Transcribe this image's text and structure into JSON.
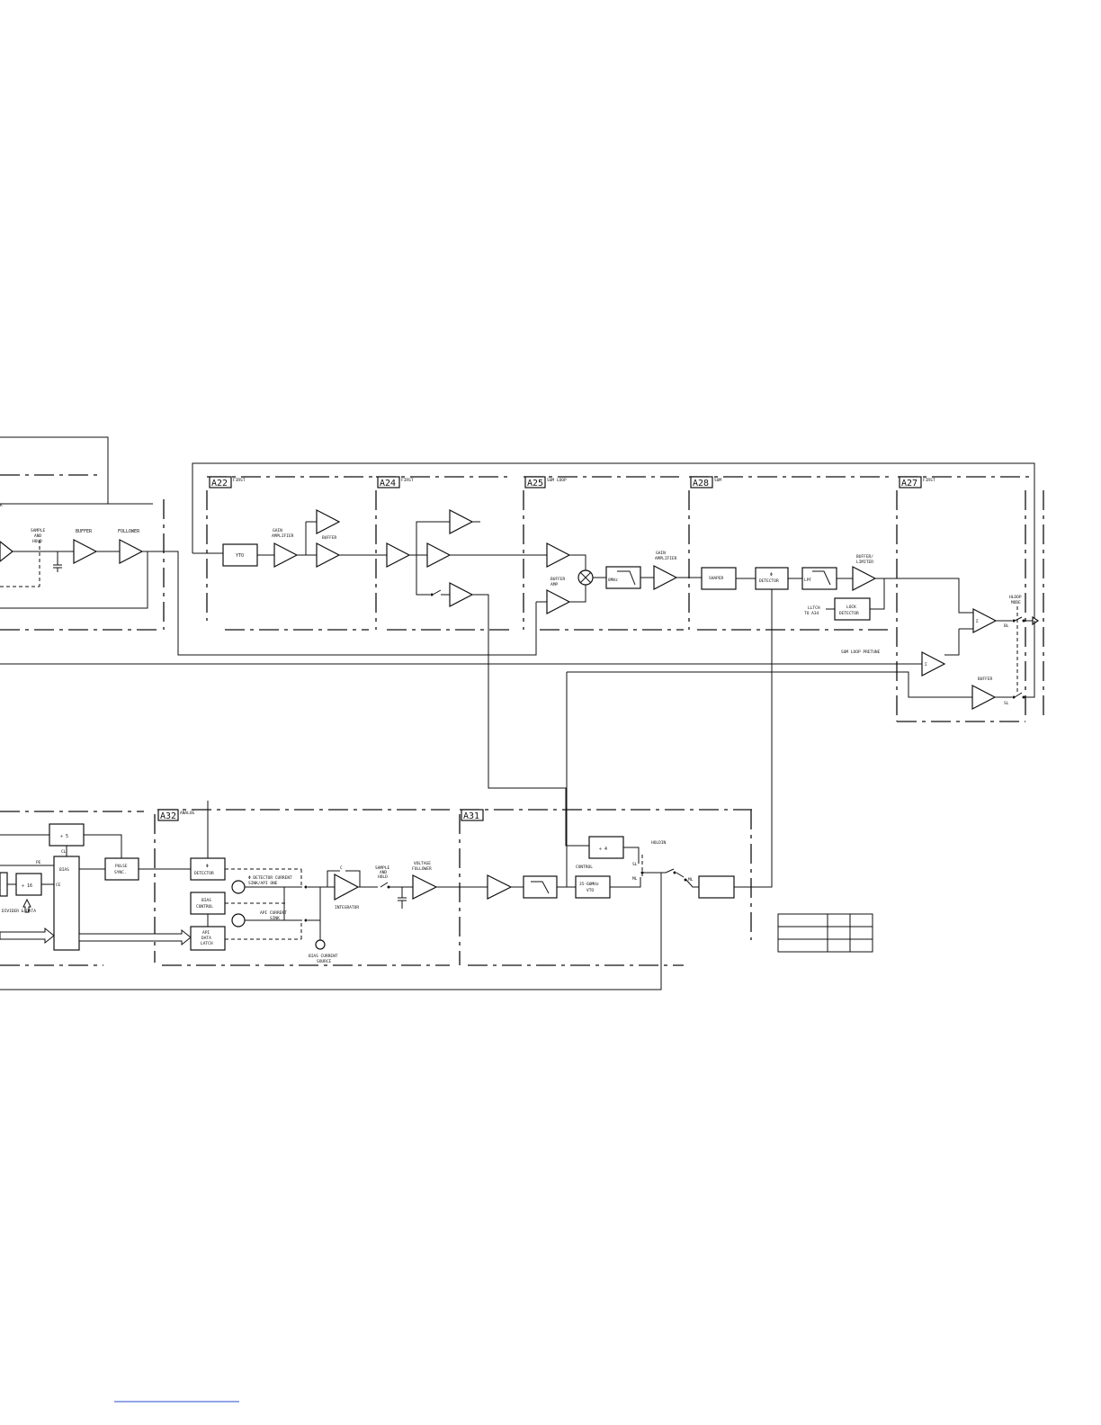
{
  "assemblies": {
    "a22": {
      "id": "A22",
      "tag": "FIRST"
    },
    "a24": {
      "id": "A24",
      "tag": "FIRST"
    },
    "a25": {
      "id": "A25",
      "tag": "SUM LOOP"
    },
    "a28": {
      "id": "A28",
      "tag": "SUM"
    },
    "a27": {
      "id": "A27",
      "tag": "FIRST"
    },
    "a32": {
      "id": "A32",
      "tag": "ANALOG"
    },
    "a31": {
      "id": "A31",
      "tag": ""
    }
  },
  "labels": {
    "sample_hold_left": [
      "SAMPLE",
      "AND",
      "HOLD"
    ],
    "buffer_left": "BUFFER",
    "follower": "FOLLOWER",
    "yto": "YTO",
    "gain_amplifier": [
      "GAIN",
      "AMPLIFIER"
    ],
    "buffer_a22": "BUFFER",
    "buffer_amp": [
      "BUFFER",
      "AMP"
    ],
    "gain_amplifier_a25": [
      "GAIN",
      "AMPLIFIER"
    ],
    "filter_a25": "8MHz",
    "shaper": "SHAPER",
    "phase_detector": "DETECTOR",
    "lpf": "LPF",
    "buffer_limiter": [
      "BUFFER/",
      "LIMITER"
    ],
    "lock_detector": [
      "LOCK",
      "DETECTOR"
    ],
    "lock_to": [
      "LLTCH",
      "TO A34"
    ],
    "loop_mode": [
      "HLOOP",
      "MODE"
    ],
    "sum": "Σ",
    "bl": "BL",
    "sum_loop_pretune": "SUM LOOP PRETUNE",
    "buffer_a27": "BUFFER",
    "sl": "SL",
    "div5": "÷ 5",
    "div16": "÷ 16",
    "divider_data": "DIVIDER & DATA",
    "pulse_sync": [
      "PULSE",
      "SYNC."
    ],
    "pe": "PE",
    "cl": "CL",
    "ce": "CE",
    "bias_latch": "BIAS",
    "detector_a32": "DETECTOR",
    "bias_control": [
      "BIAS",
      "CONTROL"
    ],
    "api_data_latch": [
      "API",
      "DATA",
      "LATCH"
    ],
    "detector_current": [
      "Φ DETECTOR CURRENT",
      "SINK/API ONE"
    ],
    "api_current_sink": [
      "API CURRENT",
      "SINK"
    ],
    "bias_current_source": [
      "BIAS CURRENT",
      "SOURCE"
    ],
    "integrator": "INTEGRATOR",
    "sample_hold_a32": [
      "SAMPLE",
      "AND",
      "HOLD"
    ],
    "voltage_follower": [
      "VOLTAGE",
      "FOLLOWER"
    ],
    "cap": "C",
    "div4": "÷ 4",
    "control": "CONTROL",
    "vco": [
      "35-60MHz",
      "VTO"
    ],
    "holdin": "HOLDIN",
    "ml": "ML",
    "phi": "Φ"
  }
}
